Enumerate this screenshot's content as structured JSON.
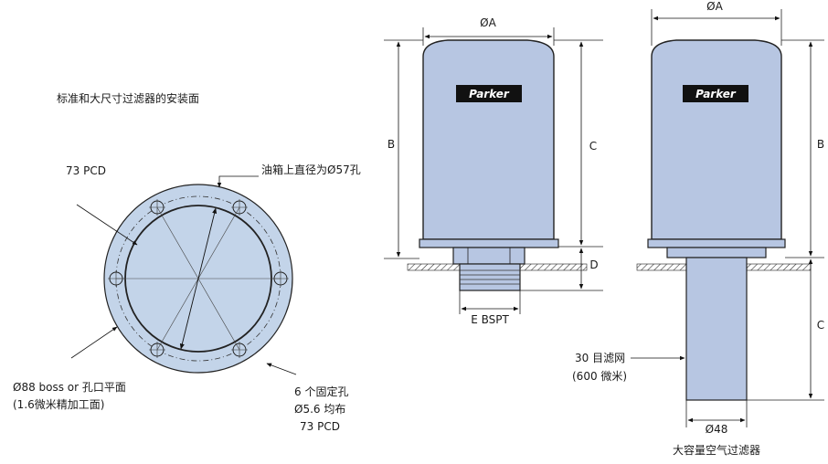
{
  "mount_view": {
    "title": "标准和大尺寸过滤器的安装面",
    "label_pcd": "73 PCD",
    "label_tank_hole": "油箱上直径为Ø57孔",
    "label_boss_line1": "Ø88 boss or 孔口平面",
    "label_boss_line2": "(1.6微米精加工面)",
    "label_holes_line1": "6  个固定孔",
    "label_holes_line2": "Ø5.6  均布",
    "label_holes_line3": "73 PCD"
  },
  "standard_filter": {
    "dim_a": "ØA",
    "dim_b": "B",
    "dim_c": "C",
    "dim_d": "D",
    "dim_e": "E BSPT",
    "brand": "Parker"
  },
  "large_filter": {
    "dim_a": "ØA",
    "dim_b": "B",
    "dim_c": "C",
    "dim_diameter": "Ø48",
    "brand": "Parker",
    "mesh_line1": "30  目滤网",
    "mesh_line2": "(600  微米)",
    "caption": "大容量空气过滤器"
  },
  "colors": {
    "body_fill": "#b7c6e2",
    "face_fill": "#c2d3e8",
    "outline": "#222222",
    "brand_bg": "#111111",
    "brand_text": "#ffffff"
  }
}
